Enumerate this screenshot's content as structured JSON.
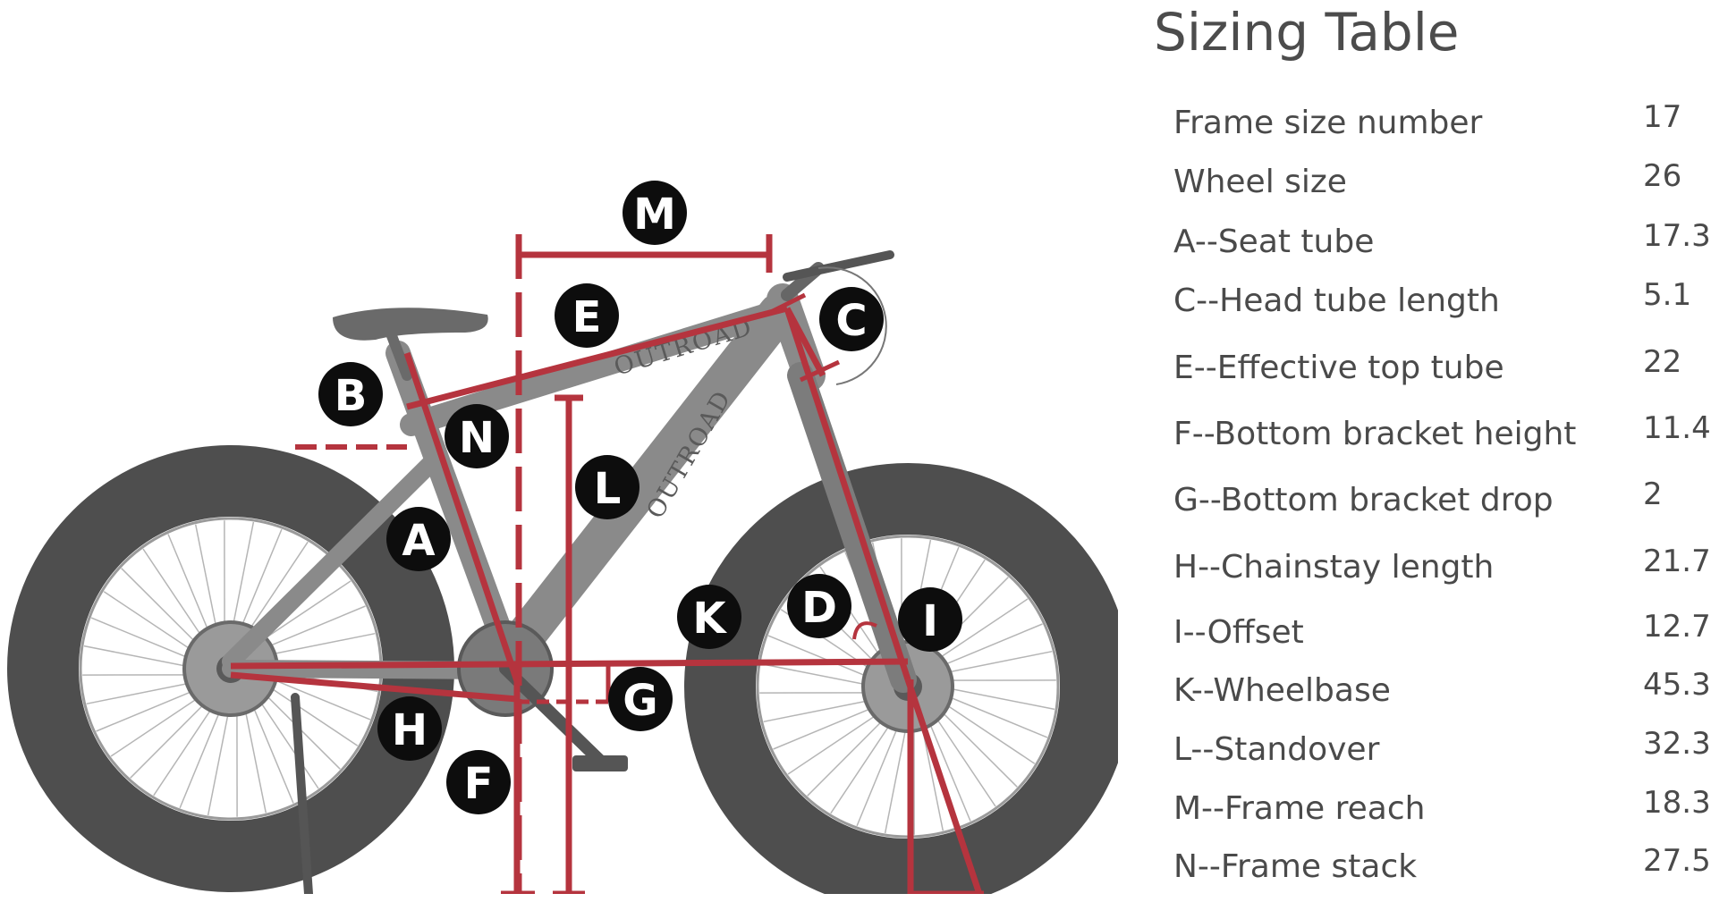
{
  "diagram": {
    "brand_text": "OUTROAD",
    "accent_color": "#b5343e",
    "frame_color": "#8a8a8a",
    "tire_color": "#555555",
    "marker_color": "#0d0d0d",
    "markers": [
      "A",
      "B",
      "C",
      "D",
      "E",
      "F",
      "G",
      "H",
      "I",
      "K",
      "L",
      "M",
      "N"
    ]
  },
  "table": {
    "title": "Sizing Table",
    "rows": [
      {
        "label": "Frame size number",
        "value": "17"
      },
      {
        "label": "Wheel size",
        "value": "26"
      },
      {
        "label": "A--Seat tube",
        "value": "17.3"
      },
      {
        "label": "C--Head tube length",
        "value": "5.1"
      },
      {
        "label": "E--Effective top tube",
        "value": "22"
      },
      {
        "label": "F--Bottom bracket height",
        "value": "11.4"
      },
      {
        "label": "G--Bottom bracket drop",
        "value": "2"
      },
      {
        "label": "H--Chainstay length",
        "value": "21.7"
      },
      {
        "label": "I--Offset",
        "value": "12.7"
      },
      {
        "label": "K--Wheelbase",
        "value": "45.3"
      },
      {
        "label": "L--Standover",
        "value": "32.3"
      },
      {
        "label": "M--Frame reach",
        "value": "18.3"
      },
      {
        "label": "N--Frame stack",
        "value": "27.5"
      }
    ]
  }
}
